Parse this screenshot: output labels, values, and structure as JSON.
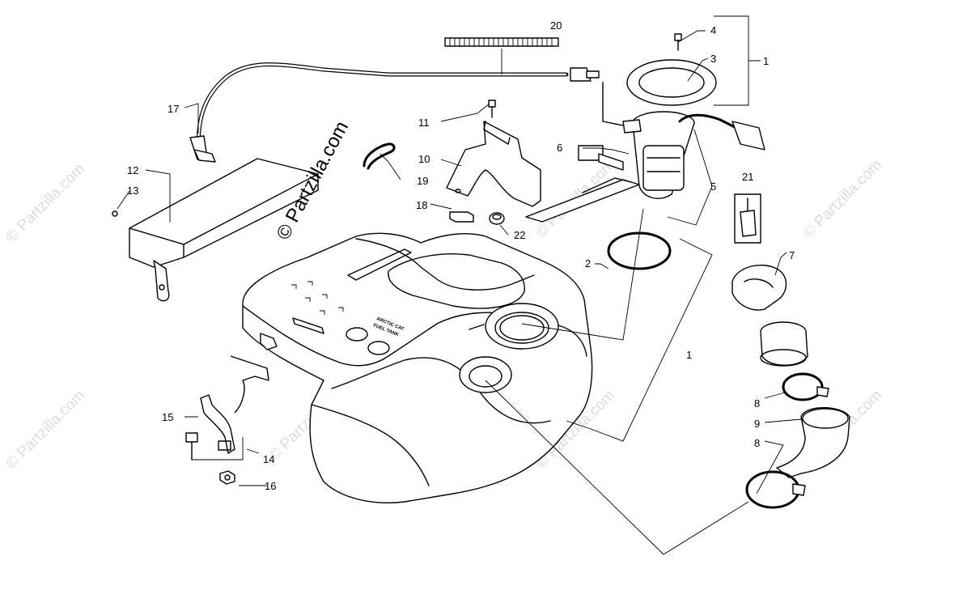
{
  "diagram": {
    "callouts": [
      {
        "id": "c1a",
        "text": "1"
      },
      {
        "id": "c1b",
        "text": "1"
      },
      {
        "id": "c2",
        "text": "2"
      },
      {
        "id": "c3",
        "text": "3"
      },
      {
        "id": "c4",
        "text": "4"
      },
      {
        "id": "c5",
        "text": "5"
      },
      {
        "id": "c6",
        "text": "6"
      },
      {
        "id": "c7",
        "text": "7"
      },
      {
        "id": "c8a",
        "text": "8"
      },
      {
        "id": "c8b",
        "text": "8"
      },
      {
        "id": "c9",
        "text": "9"
      },
      {
        "id": "c10",
        "text": "10"
      },
      {
        "id": "c11",
        "text": "11"
      },
      {
        "id": "c12",
        "text": "12"
      },
      {
        "id": "c13",
        "text": "13"
      },
      {
        "id": "c14",
        "text": "14"
      },
      {
        "id": "c15",
        "text": "15"
      },
      {
        "id": "c16",
        "text": "16"
      },
      {
        "id": "c17",
        "text": "17"
      },
      {
        "id": "c18",
        "text": "18"
      },
      {
        "id": "c19",
        "text": "19"
      },
      {
        "id": "c20",
        "text": "20"
      },
      {
        "id": "c21",
        "text": "21"
      },
      {
        "id": "c22",
        "text": "22"
      }
    ],
    "watermark_main": "© Partzilla.com",
    "watermark_faint": "© Partzilla.com",
    "tank_label_line1": "ARCTIC CAT",
    "tank_label_line2": "FUEL TANK"
  }
}
